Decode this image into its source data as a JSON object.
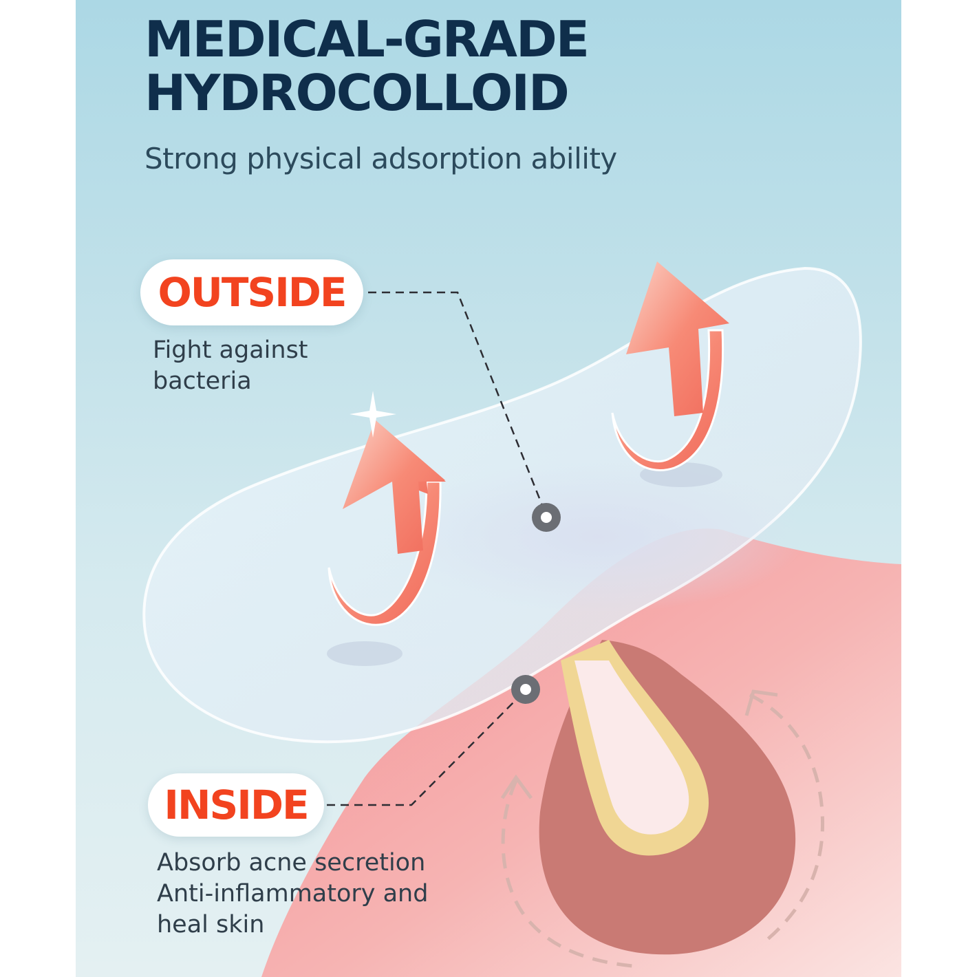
{
  "heading": {
    "line1": "MEDICAL-GRADE",
    "line2": "HYDROCOLLOID"
  },
  "subtitle": "Strong physical adsorption ability",
  "outside": {
    "label": "OUTSIDE",
    "description": [
      "Fight against",
      "bacteria"
    ]
  },
  "inside": {
    "label": "INSIDE",
    "description": [
      "Absorb acne secretion",
      "Anti-inflammatory and",
      "heal skin"
    ]
  },
  "colors": {
    "heading": "#0f2e4b",
    "label_accent": "#f2431f",
    "background_blue": "#acd8e5",
    "skin_pink": "#f4a3a3",
    "follicle": "#c97a74",
    "arrow": "#f6876f"
  },
  "icons": [
    "curved-up-arrow-icon",
    "curved-up-arrow-icon",
    "sparkle-icon",
    "dashed-arrow-icon",
    "dashed-arrow-icon"
  ]
}
